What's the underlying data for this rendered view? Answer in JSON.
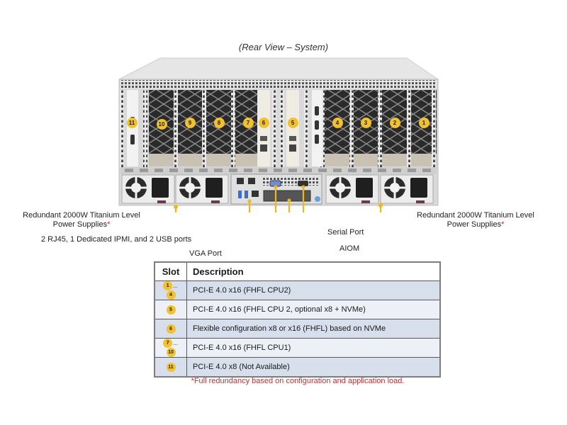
{
  "figure": {
    "title": "(Rear View – System)",
    "accent_color": "#f2c12e",
    "footnote_color": "#cf2a2a"
  },
  "chassis": {
    "slot_badges": [
      "11",
      "10",
      "9",
      "8",
      "7",
      "6",
      "5",
      "4",
      "3",
      "2",
      "1"
    ]
  },
  "callouts": {
    "psu_left": {
      "line1": "Redundant 2000W Titanium Level",
      "line2": "Power Supplies",
      "marker": "*"
    },
    "psu_right": {
      "line1": "Redundant 2000W Titanium Level",
      "line2": "Power Supplies",
      "marker": "*"
    },
    "lan_usb": "2 RJ45, 1 Dedicated IPMI,  and 2 USB  ports",
    "vga": "VGA Port",
    "serial": "Serial Port",
    "aiom": "AIOM"
  },
  "table": {
    "headers": {
      "slot": "Slot",
      "description": "Description"
    },
    "rows": [
      {
        "slot_start": "1",
        "slot_sep": "...",
        "slot_end": "4",
        "description": "PCI-E 4.0 x16 (FHFL CPU2)"
      },
      {
        "slot_start": "5",
        "description": "PCI-E 4.0 x16 (FHFL CPU 2, optional x8 + NVMe)"
      },
      {
        "slot_start": "6",
        "description": "Flexible configuration x8 or x16 (FHFL) based on NVMe"
      },
      {
        "slot_start": "7",
        "slot_sep": "...",
        "slot_end": "10",
        "description": "PCI-E 4.0 x16 (FHFL CPU1)"
      },
      {
        "slot_start": "11",
        "description": "PCI-E 4.0 x8 (Not Available)"
      }
    ]
  },
  "footnote": "*Full redundancy based on configuration and application load."
}
